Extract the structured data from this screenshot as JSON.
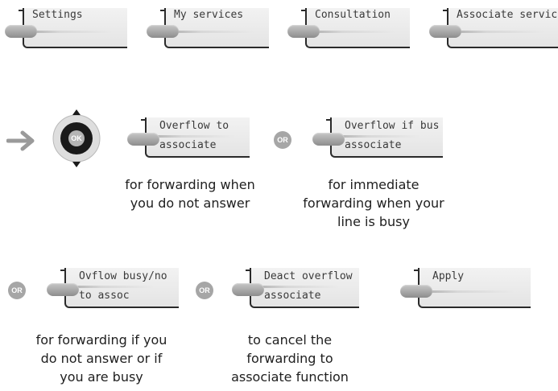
{
  "keys": {
    "settings": "Settings",
    "my_services": "My services",
    "consultation": "Consultation",
    "associate_services": "Associate servic",
    "overflow_to": {
      "line1": "Overflow to",
      "line2": "associate"
    },
    "overflow_if_busy": {
      "line1": "Overflow if bus",
      "line2": "associate"
    },
    "overflow_busy_no": {
      "line1": "Ovflow busy/no",
      "line2": "to assoc"
    },
    "deact_overflow": {
      "line1": "Deact overflow",
      "line2": "associate"
    },
    "apply": "Apply"
  },
  "or_label": "OR",
  "ok_label": "OK",
  "captions": {
    "no_answer": [
      "for forwarding when",
      "you do not answer"
    ],
    "busy": [
      "for immediate",
      "forwarding when your",
      "line is busy"
    ],
    "no_answer_or_busy": [
      "for forwarding if you",
      "do not answer or if",
      "you are busy"
    ],
    "cancel": [
      "to cancel the",
      "forwarding to",
      "associate function"
    ]
  },
  "colors": {
    "arrow": "#9a9a9a",
    "navigator_ring": "#d9d9d9",
    "ok_button": "#1a1a1a",
    "or_badge": "#a6a6a6"
  }
}
